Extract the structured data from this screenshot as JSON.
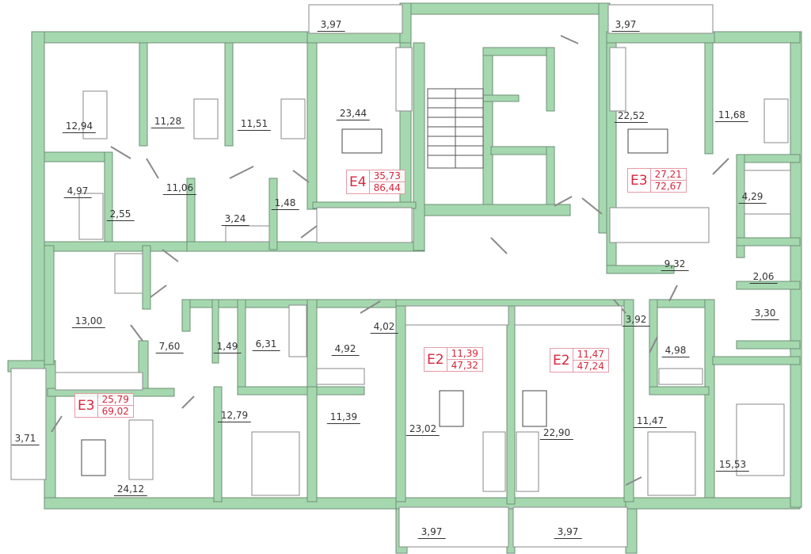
{
  "colors": {
    "wall": "#a6d8b0",
    "tag": "#d8263c"
  },
  "apartments": [
    {
      "code": "E4",
      "living": "35,73",
      "total": "86,44"
    },
    {
      "code": "E3",
      "living": "27,21",
      "total": "72,67"
    },
    {
      "code": "E2",
      "living": "11,39",
      "total": "47,32"
    },
    {
      "code": "E2",
      "living": "11,47",
      "total": "47,24"
    },
    {
      "code": "E3",
      "living": "25,79",
      "total": "69,02"
    }
  ],
  "rooms": [
    "3,97",
    "3,97",
    "12,94",
    "11,28",
    "11,51",
    "23,44",
    "22,52",
    "11,68",
    "4,97",
    "2,55",
    "11,06",
    "3,24",
    "1,48",
    "4,29",
    "9,32",
    "2,06",
    "3,30",
    "13,00",
    "7,60",
    "1,49",
    "6,31",
    "4,92",
    "4,02",
    "3,92",
    "4,98",
    "3,71",
    "24,12",
    "12,79",
    "11,39",
    "23,02",
    "22,90",
    "11,47",
    "15,53",
    "3,97",
    "3,97"
  ]
}
